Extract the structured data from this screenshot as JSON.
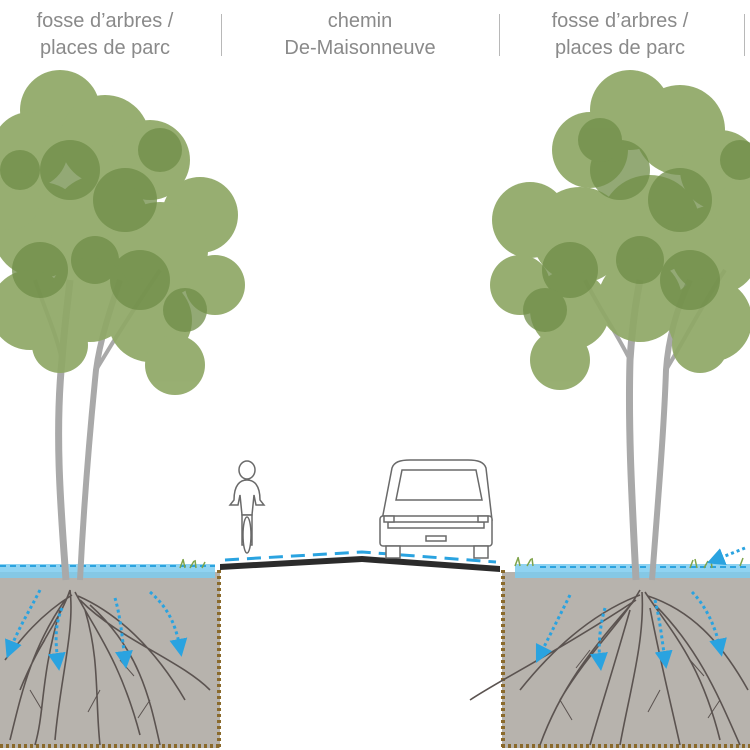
{
  "header": {
    "left": {
      "line1": "fosse d’arbres /",
      "line2": "places de parc"
    },
    "center": {
      "line1": "chemin",
      "line2": "De-Maisonneuve"
    },
    "right": {
      "line1": "fosse d’arbres /",
      "line2": "places de parc"
    }
  },
  "colors": {
    "foliage_light": "#8fa866",
    "foliage_dark": "#6f8d48",
    "trunk": "#a9a9a9",
    "soil": "#b7b3ad",
    "water": "#7ccbee",
    "water_arrow": "#2aa3e0",
    "road": "#2b2b2b",
    "label_text": "#8a8a8a",
    "root": "#5b5350",
    "edge_dots": "#8a6a2c"
  },
  "icons": [
    "tree-icon",
    "cyclist-icon",
    "car-icon",
    "roots-icon",
    "water-infiltration-arrow-icon"
  ]
}
